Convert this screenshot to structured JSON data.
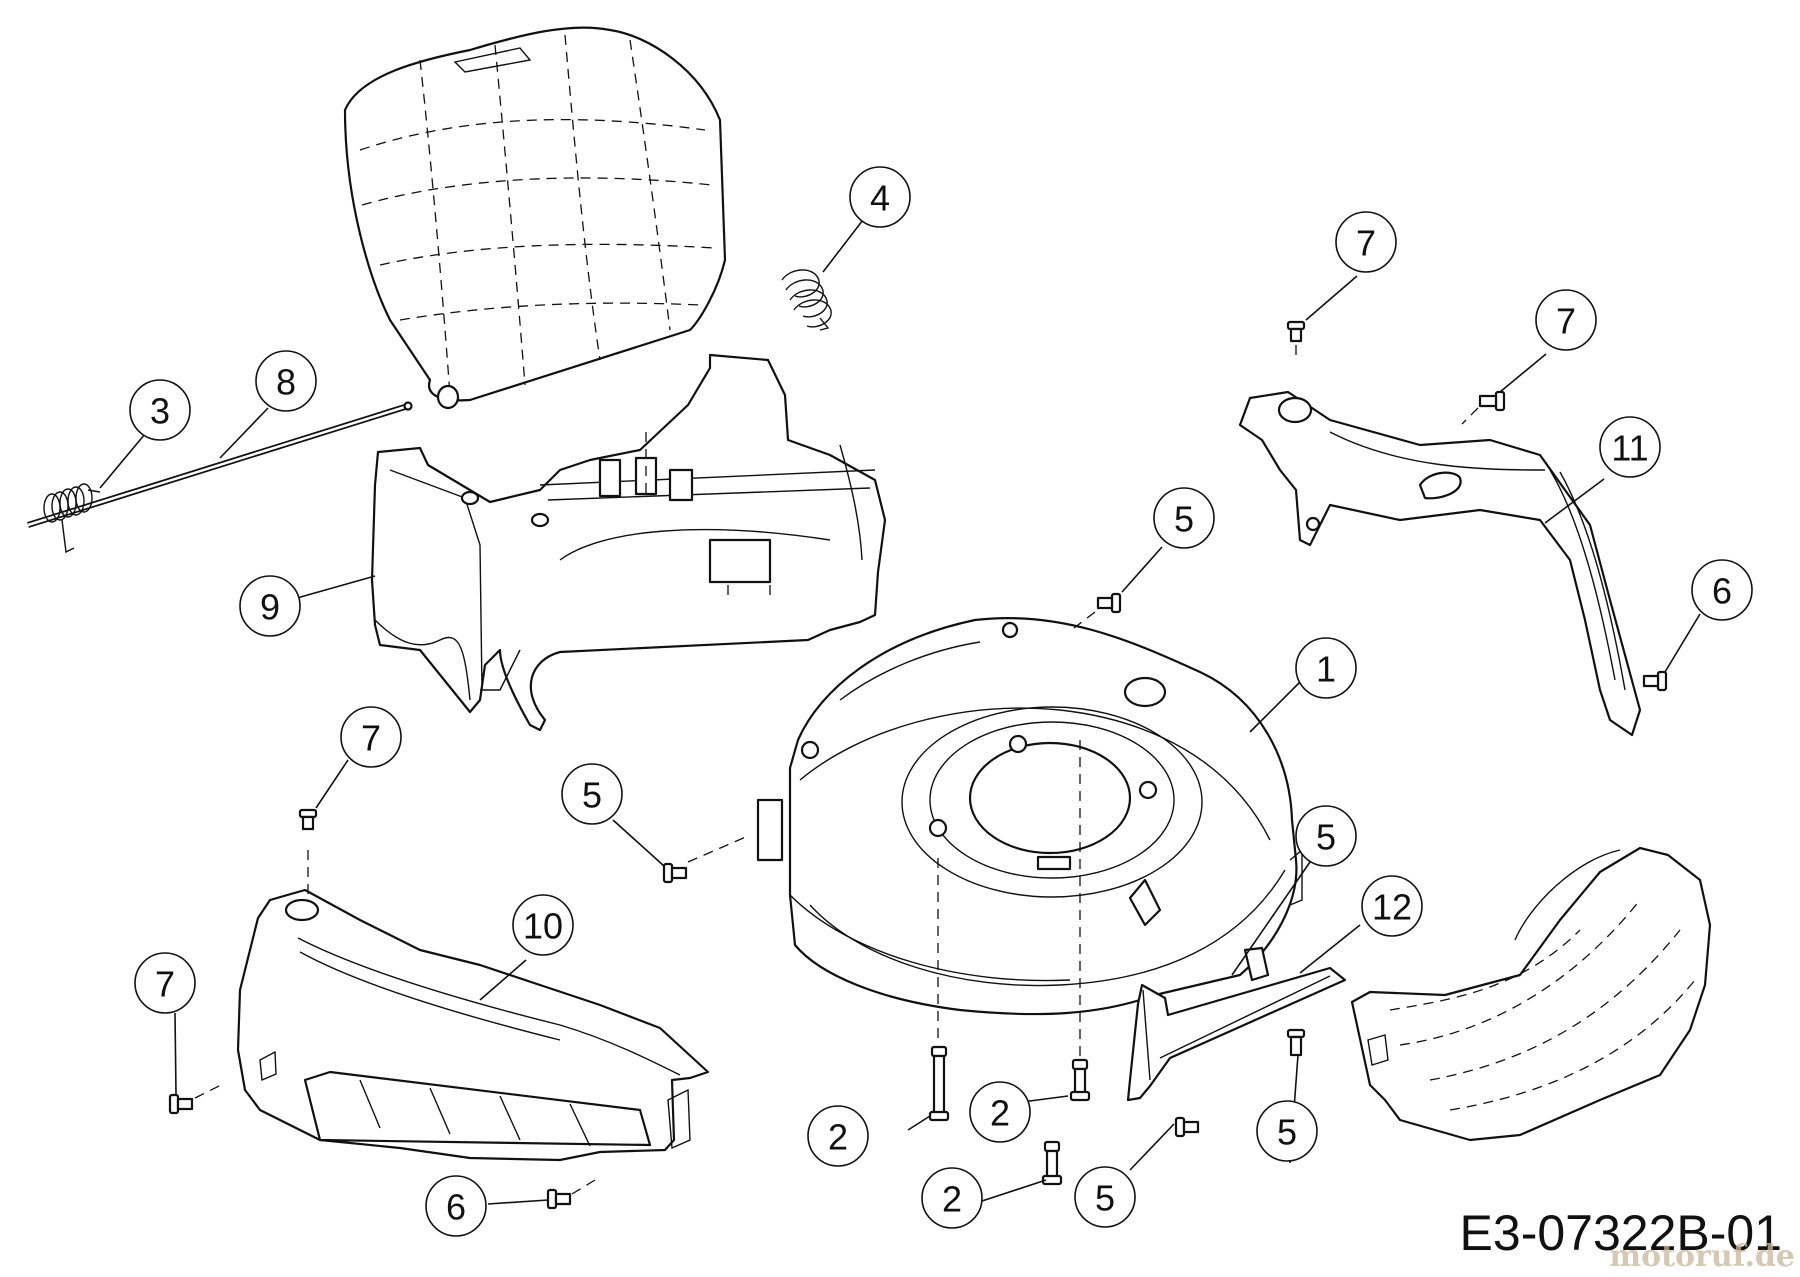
{
  "drawing_code": "E3-07322B-01",
  "watermark": "motoruf.de",
  "callouts": [
    {
      "id": "c1",
      "label": "1"
    },
    {
      "id": "c2a",
      "label": "2"
    },
    {
      "id": "c2b",
      "label": "2"
    },
    {
      "id": "c2c",
      "label": "2"
    },
    {
      "id": "c3",
      "label": "3"
    },
    {
      "id": "c4",
      "label": "4"
    },
    {
      "id": "c5a",
      "label": "5"
    },
    {
      "id": "c5b",
      "label": "5"
    },
    {
      "id": "c5c",
      "label": "5"
    },
    {
      "id": "c5d",
      "label": "5"
    },
    {
      "id": "c5e",
      "label": "5"
    },
    {
      "id": "c6a",
      "label": "6"
    },
    {
      "id": "c6b",
      "label": "6"
    },
    {
      "id": "c7a",
      "label": "7"
    },
    {
      "id": "c7b",
      "label": "7"
    },
    {
      "id": "c7c",
      "label": "7"
    },
    {
      "id": "c7d",
      "label": "7"
    },
    {
      "id": "c8",
      "label": "8"
    },
    {
      "id": "c9",
      "label": "9"
    },
    {
      "id": "c10",
      "label": "10"
    },
    {
      "id": "c11",
      "label": "11"
    },
    {
      "id": "c12",
      "label": "12"
    }
  ]
}
